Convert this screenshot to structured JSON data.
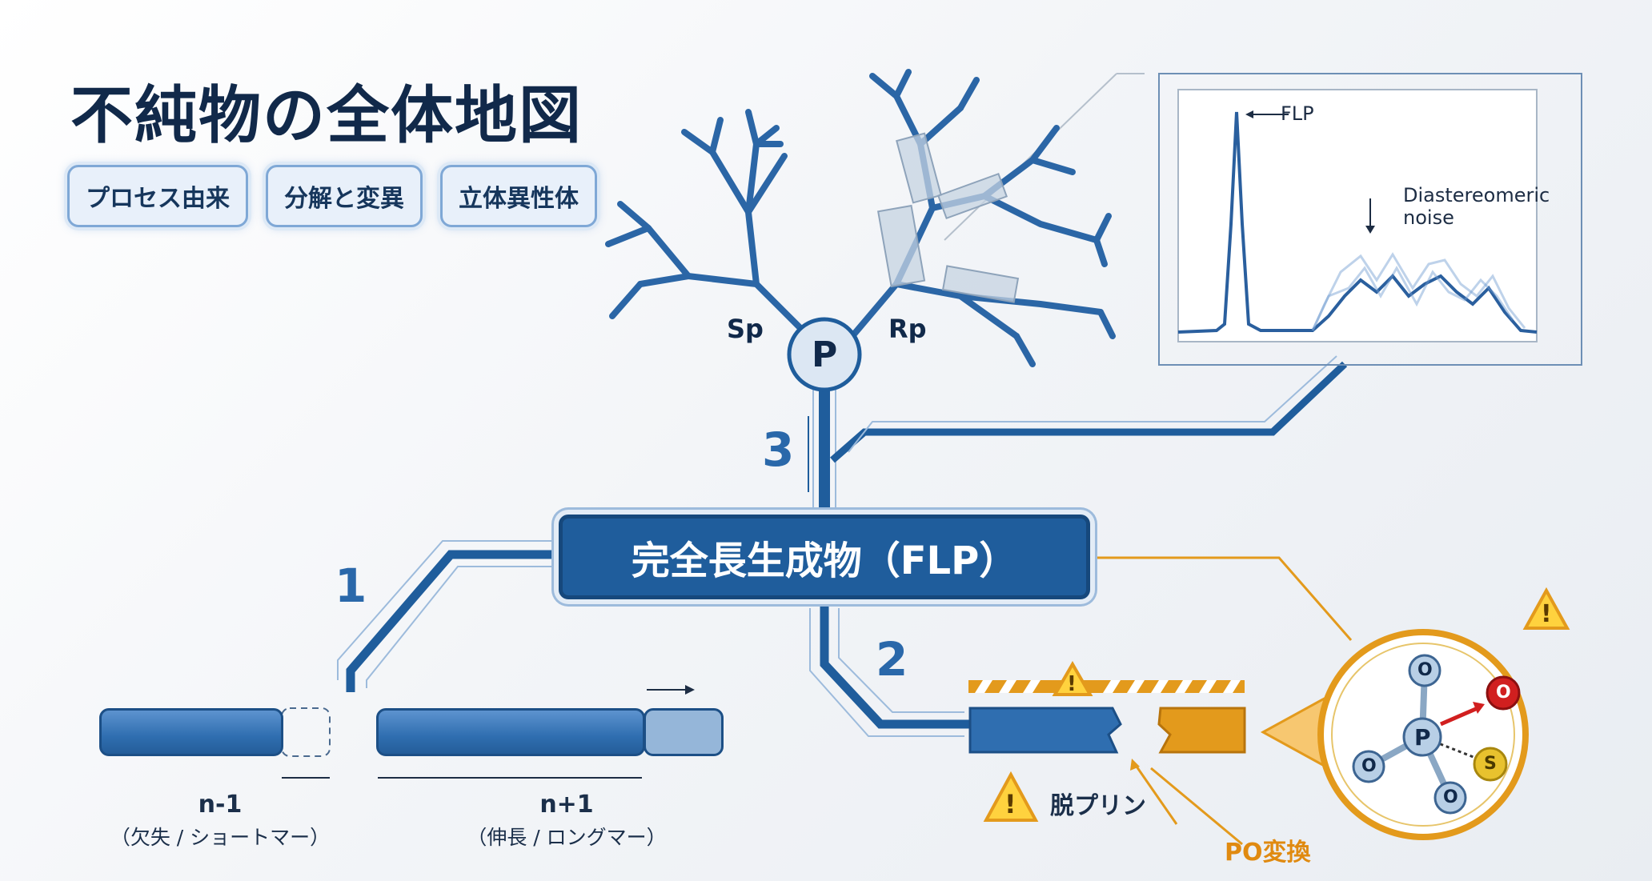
{
  "title": "不純物の全体地図",
  "tags": [
    "プロセス由来",
    "分解と変異",
    "立体異性体"
  ],
  "center_box": "完全長生成物（FLP）",
  "branch_numbers": [
    "1",
    "2",
    "3"
  ],
  "phosphorus_node": "P",
  "stereo_labels": {
    "left": "Sp",
    "right": "Rp"
  },
  "chromatogram": {
    "peak_label": "FLP",
    "noise_label_line1": "Diastereomeric",
    "noise_label_line2": "noise"
  },
  "shortmer": {
    "label": "n-1",
    "sublabel": "（欠失 / ショートマー）"
  },
  "longmer": {
    "label": "n+1",
    "sublabel": "（伸長 / ロングマー）"
  },
  "depurination_label": "脱プリン",
  "po_conversion_label": "PO変換",
  "molecule_atoms": {
    "oxygen": "O",
    "phosphorus": "P",
    "sulfur": "S"
  },
  "warning_symbol": "!",
  "colors": {
    "primary": "#1f5d9c",
    "dark_text": "#11294a",
    "orange": "#e39a1c",
    "red": "#d11f1f",
    "yellow": "#e8c22e"
  }
}
